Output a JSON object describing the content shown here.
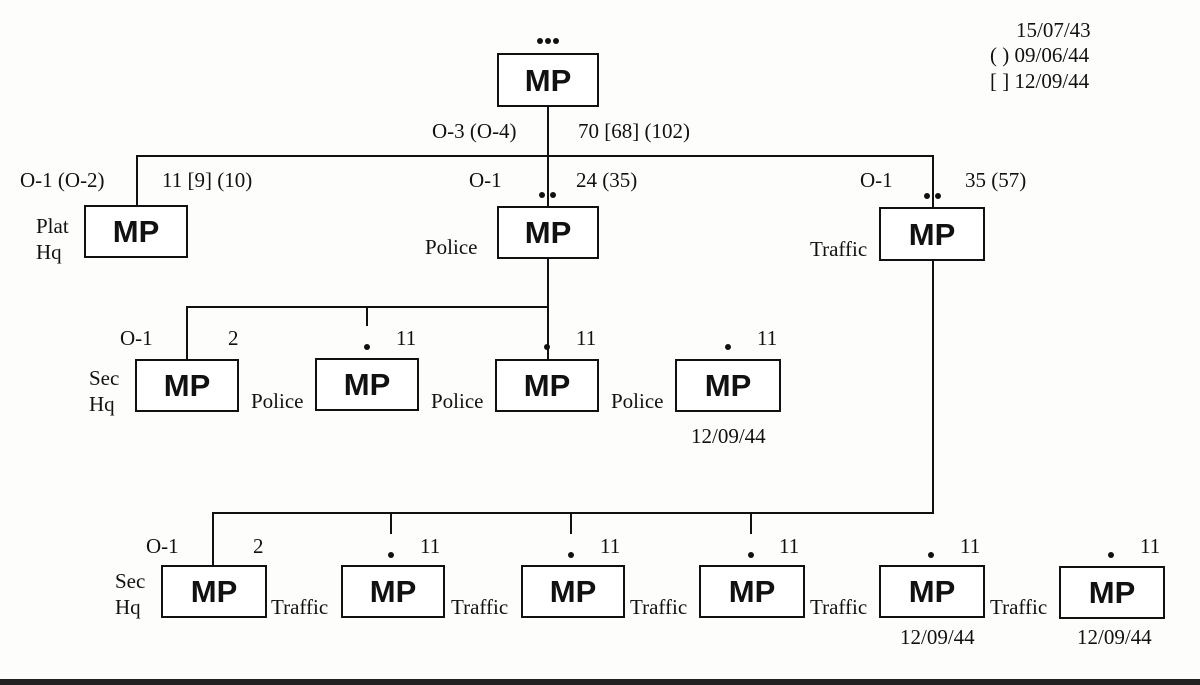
{
  "legend": {
    "line1": "15/07/43",
    "line2": "( ) 09/06/44",
    "line3": "[ ] 12/09/44"
  },
  "unit_abbrev": "MP",
  "hq": {
    "officer": "O-3 (O-4)",
    "strength": "70 [68] (102)"
  },
  "plat_hq": {
    "officer": "O-1 (O-2)",
    "strength": "11 [9] (10)",
    "label_line1": "Plat",
    "label_line2": "Hq"
  },
  "police_platoon": {
    "officer": "O-1",
    "strength": "24 (35)",
    "label": "Police"
  },
  "traffic_platoon": {
    "officer": "O-1",
    "strength": "35 (57)",
    "label": "Traffic"
  },
  "police_sections": {
    "sec_hq": {
      "officer": "O-1",
      "strength": "2",
      "label_line1": "Sec",
      "label_line2": "Hq"
    },
    "squads": [
      {
        "label": "Police",
        "strength": "11",
        "date": ""
      },
      {
        "label": "Police",
        "strength": "11",
        "date": ""
      },
      {
        "label": "Police",
        "strength": "11",
        "date": "12/09/44"
      }
    ]
  },
  "traffic_sections": {
    "sec_hq": {
      "officer": "O-1",
      "strength": "2",
      "label_line1": "Sec",
      "label_line2": "Hq"
    },
    "squads": [
      {
        "label": "Traffic",
        "strength": "11",
        "date": ""
      },
      {
        "label": "Traffic",
        "strength": "11",
        "date": ""
      },
      {
        "label": "Traffic",
        "strength": "11",
        "date": ""
      },
      {
        "label": "Traffic",
        "strength": "11",
        "date": "12/09/44"
      },
      {
        "label": "Traffic",
        "strength": "11",
        "date": "12/09/44"
      }
    ]
  }
}
